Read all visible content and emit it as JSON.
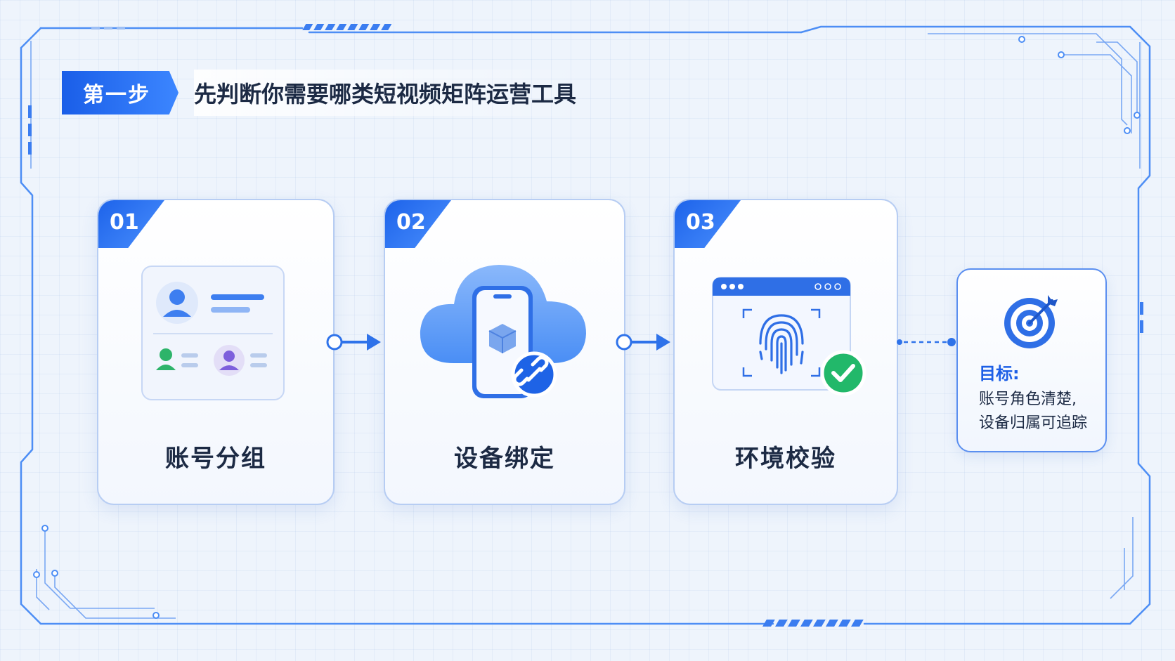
{
  "header": {
    "step_badge": "第一步",
    "title": "先判断你需要哪类短视频矩阵运营工具"
  },
  "steps": [
    {
      "number": "01",
      "label": "账号分组",
      "icon": "account-group-icon"
    },
    {
      "number": "02",
      "label": "设备绑定",
      "icon": "cloud-phone-link-icon"
    },
    {
      "number": "03",
      "label": "环境校验",
      "icon": "fingerprint-verify-icon"
    }
  ],
  "goal": {
    "icon": "target-icon",
    "title": "目标:",
    "line1": "账号角色清楚,",
    "line2": "设备归属可追踪"
  },
  "colors": {
    "primary": "#1d63ea",
    "accent": "#4a8ffd",
    "success": "#22b86a",
    "text": "#1c2a44"
  }
}
